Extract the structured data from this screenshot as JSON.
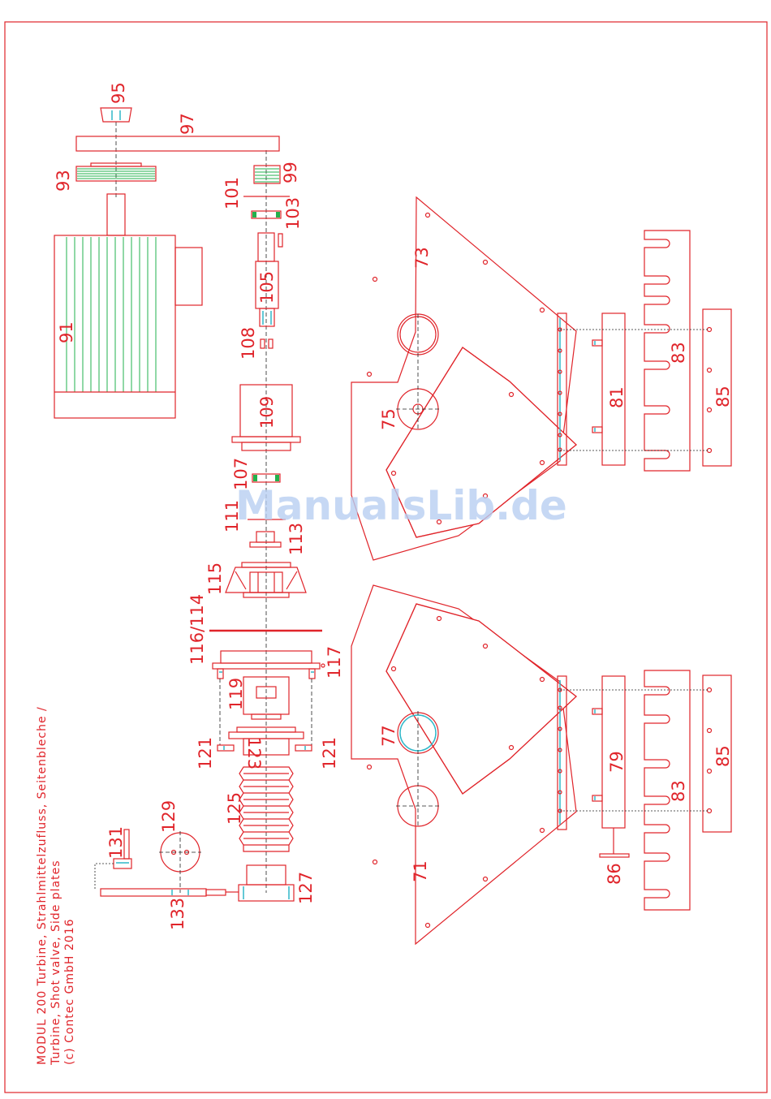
{
  "caption": {
    "line1": "MODUL 200 Turbine, Strahlmittelzufluss, Seitenbleche /",
    "line2": "Turbine, Shot valve, Side plates",
    "line3": "(c) Contec GmbH 2016"
  },
  "watermark": "ManualsLib.de",
  "part_labels": {
    "p71": "71",
    "p73": "73",
    "p75": "75",
    "p77": "77",
    "p79": "79",
    "p81": "81",
    "p83a": "83",
    "p83b": "83",
    "p85a": "85",
    "p85b": "85",
    "p86": "86",
    "p91": "91",
    "p93": "93",
    "p95": "95",
    "p97": "97",
    "p99": "99",
    "p101": "101",
    "p103": "103",
    "p105": "105",
    "p107": "107",
    "p108": "108",
    "p109": "109",
    "p111": "111",
    "p113": "113",
    "p115": "115",
    "p116": "116/114",
    "p117": "117",
    "p119": "119",
    "p121a": "121",
    "p121b": "121",
    "p123": "123",
    "p125": "125",
    "p127": "127",
    "p129": "129",
    "p131": "131",
    "p133": "133"
  },
  "colors": {
    "line": "#e0242a",
    "winding": "#22b14c",
    "hidden": "#2fb7c9",
    "watermark": "#b8cff2"
  }
}
